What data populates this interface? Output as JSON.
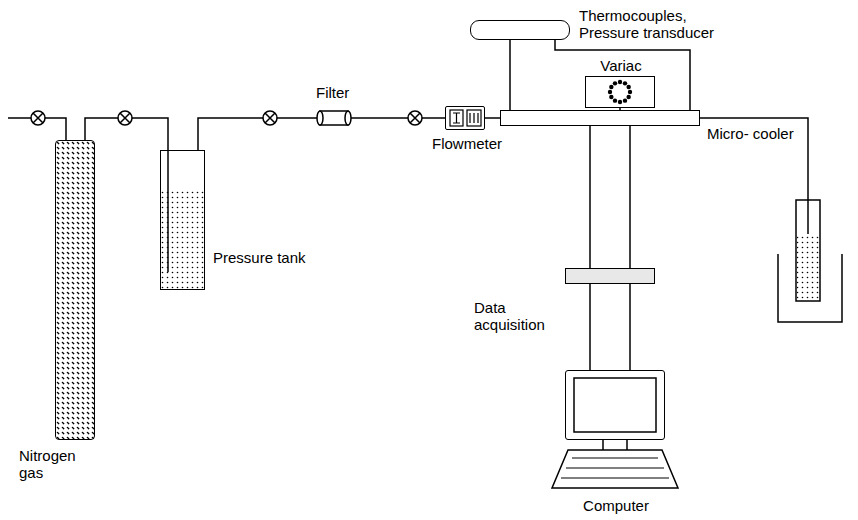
{
  "diagram": {
    "nodes": [
      {
        "text": [
          "Nitrogen gas"
        ]
      },
      {
        "text": [
          "Pressure tank"
        ]
      },
      {
        "text": [
          "Filter"
        ]
      },
      {
        "text": [
          "Flowmeter"
        ]
      },
      {
        "text": [
          "Thermocouples, Pressure transducer"
        ]
      },
      {
        "text": [
          "Variac"
        ]
      },
      {
        "text": [
          "Micro- cooler"
        ]
      },
      {
        "text": [
          "Data acquisition"
        ]
      },
      {
        "text": [
          "Computer"
        ]
      }
    ],
    "edges": [
      {
        "from": 0,
        "to": 1,
        "arrow": "none"
      },
      {
        "from": 1,
        "to": 2,
        "arrow": "none"
      },
      {
        "from": 2,
        "to": 3,
        "arrow": "none"
      },
      {
        "from": 3,
        "to": 6,
        "arrow": "none"
      },
      {
        "from": 4,
        "to": 6,
        "arrow": "none"
      },
      {
        "from": 4,
        "to": 6,
        "arrow": "none"
      },
      {
        "from": 5,
        "to": 6,
        "arrow": "none"
      },
      {
        "from": 6,
        "to": 7,
        "arrow": "none"
      },
      {
        "from": 6,
        "to": 7,
        "arrow": "none"
      },
      {
        "from": 7,
        "to": 8,
        "arrow": "none"
      },
      {
        "from": 7,
        "to": 8,
        "arrow": "none"
      }
    ]
  }
}
